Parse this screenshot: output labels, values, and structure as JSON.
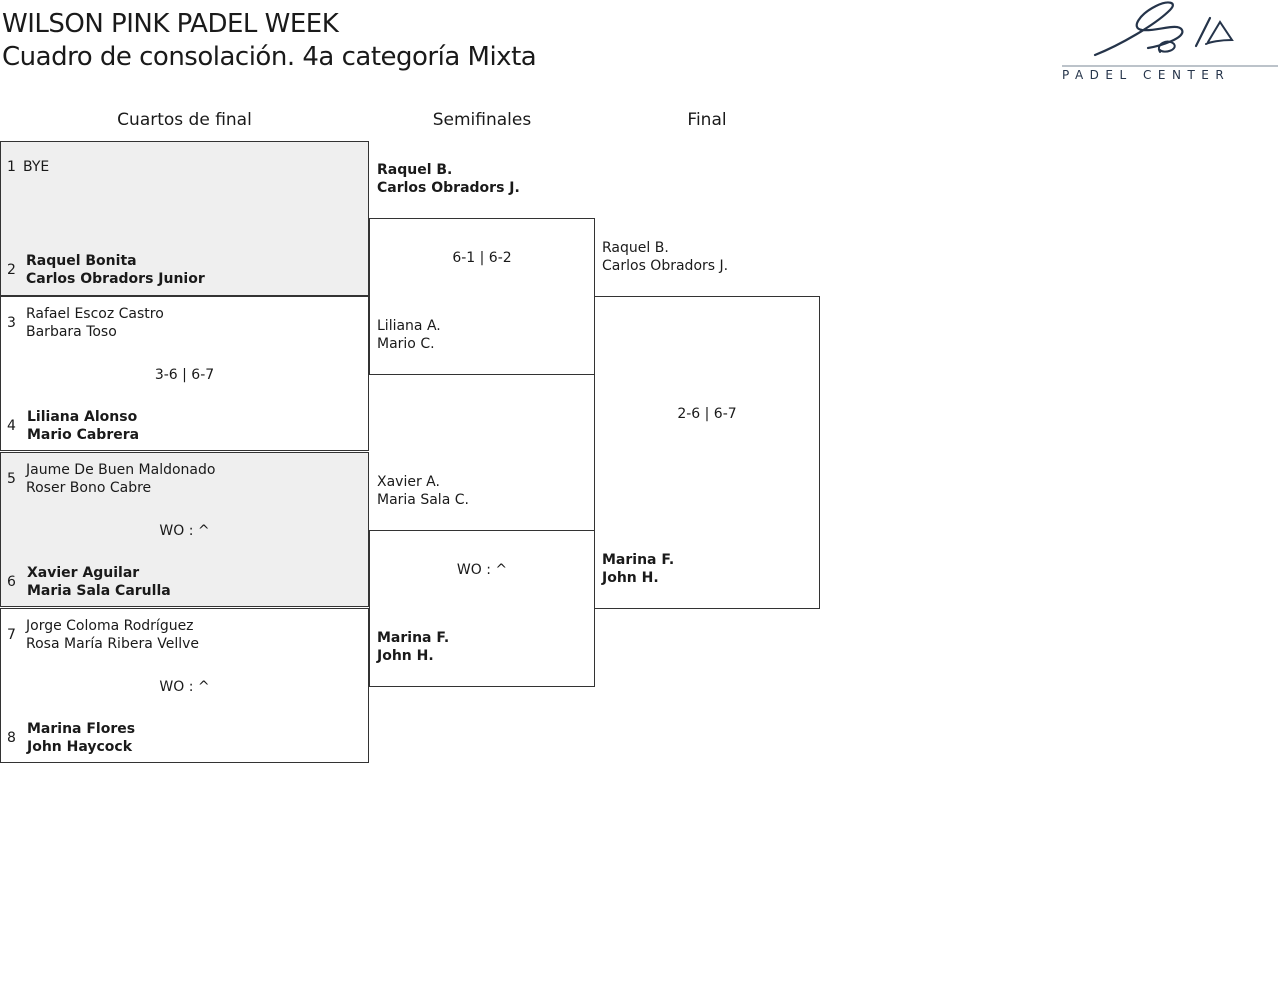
{
  "header": {
    "title": "WILSON PINK PADEL WEEK",
    "subtitle": "Cuadro de consolación. 4a categoría Mixta",
    "logo_text": "PADEL CENTER"
  },
  "rounds": {
    "quarterfinals": "Cuartos de final",
    "semifinals": "Semifinales",
    "final": "Final"
  },
  "quarterfinals": [
    {
      "score": "",
      "team_a": {
        "seed": "1",
        "p1": "BYE",
        "p2": ""
      },
      "team_b": {
        "seed": "2",
        "p1": "Raquel Bonita",
        "p2": "Carlos Obradors Junior"
      }
    },
    {
      "score": "3-6 | 6-7",
      "team_a": {
        "seed": "3",
        "p1": "Rafael Escoz Castro",
        "p2": "Barbara Toso"
      },
      "team_b": {
        "seed": "4",
        "p1": "Liliana Alonso",
        "p2": "Mario Cabrera"
      }
    },
    {
      "score": "WO : ^",
      "team_a": {
        "seed": "5",
        "p1": "Jaume De Buen Maldonado",
        "p2": "Roser Bono Cabre"
      },
      "team_b": {
        "seed": "6",
        "p1": "Xavier Aguilar",
        "p2": "Maria Sala Carulla"
      }
    },
    {
      "score": "WO : ^",
      "team_a": {
        "seed": "7",
        "p1": "Jorge Coloma Rodríguez",
        "p2": "Rosa María Ribera Vellve"
      },
      "team_b": {
        "seed": "8",
        "p1": "Marina Flores",
        "p2": "John Haycock"
      }
    }
  ],
  "semifinals": [
    {
      "score": "6-1 | 6-2",
      "team_a": {
        "p1": "Raquel B.",
        "p2": "Carlos Obradors J."
      },
      "team_b": {
        "p1": "Liliana A.",
        "p2": "Mario C."
      }
    },
    {
      "score": "WO : ^",
      "team_a": {
        "p1": "Xavier A.",
        "p2": "Maria Sala C."
      },
      "team_b": {
        "p1": "Marina F.",
        "p2": "John H."
      }
    }
  ],
  "final": {
    "score": "2-6 | 6-7",
    "team_a": {
      "p1": "Raquel B.",
      "p2": "Carlos Obradors J."
    },
    "team_b": {
      "p1": "Marina F.",
      "p2": "John H."
    }
  }
}
